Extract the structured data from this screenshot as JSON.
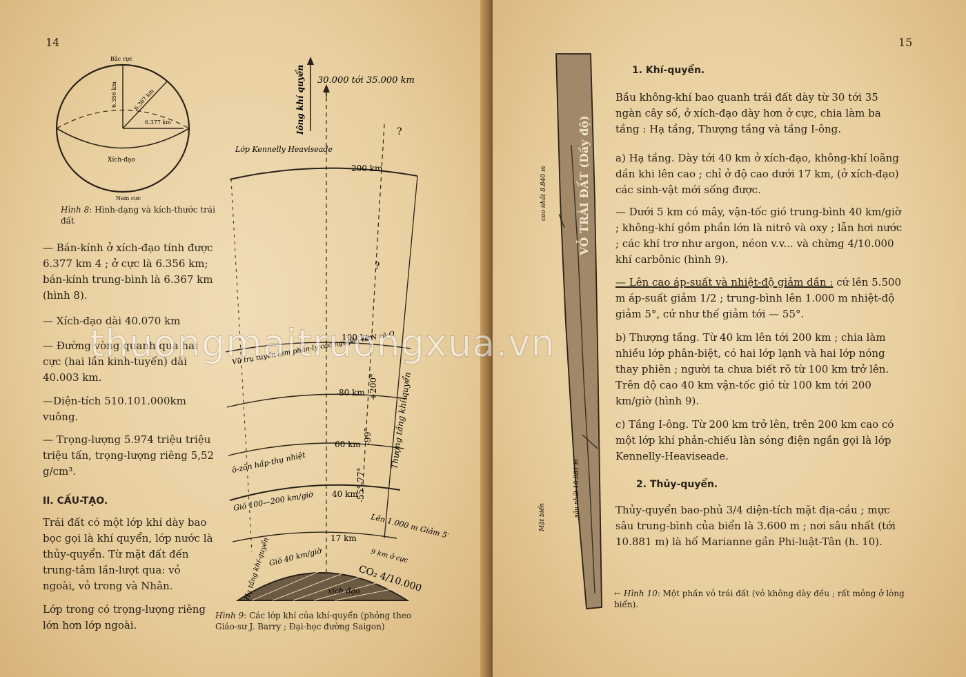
{
  "left": {
    "page_number": "14",
    "fig8": {
      "label_bac_cuc": "Bắc cực",
      "label_nam_cuc": "Nam cực",
      "label_xich_dao": "Xích-đạo",
      "label_r1": "6.356 km",
      "label_r2": "6.367 km",
      "label_r3": "6.377 km",
      "caption_prefix": "Hình 8",
      "caption_text": ": Hình-dạng và kích-thước trái đất"
    },
    "paragraphs": [
      "— Bán-kính ở xích-đạo tính được 6.377 km 4 ; ở cực là 6.356 km; bán-kính trung-bình là 6.367 km (hình 8).",
      "— Xích-đạo dài 40.070 km",
      "— Đường vòng quanh qua hai cực (hai lần kinh-tuyến) dài 40.003 km.",
      "—Diện-tích 510.101.000km vuông.",
      "— Trọng-lượng 5.974 triệu triệu triệu tấn, trọng-lượng riêng 5,52 g/cm³."
    ],
    "section_heading": "II. CẤU-TẠO.",
    "section_paragraphs": [
      "Trái đất có một lớp khí dày bao bọc gọi là khí quyển, lớp nước là thủy-quyển. Từ mặt đất đến trung-tâm lần-lượt qua: vỏ ngoài, vỏ trong và Nhân.",
      "Lớp trong có trọng-lượng riêng lớn hơn lớp ngoài."
    ],
    "fig9": {
      "top_label": "30.000 tới 35.000 km",
      "iong_label": "Iông khí quyển",
      "kennelly_label": "Lớp Kennelly Heaviseade",
      "alt_200": "200 km",
      "alt_100": "100 km",
      "alt_80": "80 km",
      "alt_60": "60 km",
      "alt_40": "40 km",
      "alt_17": "17 km",
      "vutru_label": "Vũ trụ tuyến làm phân-ly các nguyên tử N và O",
      "ozon_label": "ô-zôn hấp-thụ nhiệt",
      "gio_100_200": "Gió 100—200 km/giờ",
      "gio_40": "Gió 40 km/giờ",
      "thuong_tang_label": "Thượng tầng khí-quyển",
      "ha_tang_label": "Hạ tầng khí-quyển",
      "temp_plus200": "+200°",
      "temp_minus99": "-99°",
      "temp_55_77": "-55°-77°",
      "len_cao_label": "Lên 1.000 m Giảm 5°",
      "cuc_label": "9 km ở cực",
      "co2_label": "CO₂ 4/10.000",
      "xichdao_label": "xích đạo",
      "question": "?",
      "caption_prefix": "Hình 9",
      "caption_text": ": Các lớp khí của khí-quyển (phỏng theo Giáo-sư J. Barry ; Đại-học đường Saigon)"
    }
  },
  "right": {
    "page_number": "15",
    "heading1": "1. Khí-quyển.",
    "p_intro": "Bầu không-khí bao quanh trái đất dày từ 30 tới 35 ngàn cây số, ở xích-đạo dày hơn ở cực, chia làm ba tầng : Hạ tầng, Thượng tầng và tầng I-ông.",
    "p_a": "a) Hạ tầng. Dày tới 40 km ở xích-đạo, không-khí loãng dần khi lên cao ; chỉ ở độ cao dưới 17 km, (ở xích-đạo) các sinh-vật mới sống được.",
    "p_a2": "— Dưới 5 km có mây, vận-tốc gió trung-bình 40 km/giờ ; không-khí gồm phần lớn là nitrô và oxy ; lẫn hơi nước ; các khí trơ như argon, néon v.v... và chừng 4/10.000 khí carbônic (hình 9).",
    "p_a3_underlined": "— Lên cao áp-suất và nhiệt-độ giảm dần :",
    "p_a3_rest": " cứ lên 5.500 m áp-suất giảm 1/2 ; trung-bình lên 1.000 m nhiệt-độ giảm 5°, cứ như thế giảm tới — 55°.",
    "p_b": "b) Thượng tầng. Từ 40 km lên tới 200 km ; chia làm nhiều lớp phân-biệt, có hai lớp lạnh và hai lớp nóng thay phiên ; người ta chưa biết rõ từ 100 km trở lên. Trên độ cao 40 km vận-tốc gió từ 100 km tới 200 km/giờ (hình 9).",
    "p_c": "c) Tầng I-ông. Từ 200 km trở lên, trên 200 km cao có một lớp khí phản-chiếu làn sóng điện ngắn gọi là lớp Kennelly-Heaviseade.",
    "heading2": "2. Thủy-quyển.",
    "p_thuy": "Thủy-quyển bao-phủ 3/4 diện-tích mặt địa-cầu ; mực sâu trung-bình của biển là 3.600 m ; nơi sâu nhất (tới 10.881 m) là hố Marianne gần Phi-luật-Tân (h. 10).",
    "fig10": {
      "crust_label": "VỎ TRÁI ĐẤT (Dầy độ)",
      "cao_nhat": "cao nhất 8.840 m",
      "sau_nhat": "sâu nhất 10.881 m",
      "mat_bien": "Mặt biển",
      "caption_prefix": "← Hình 10",
      "caption_text": ": Một phần vỏ trái đất (vỏ không dày đều ; rất mỏng ở lòng biển)."
    }
  },
  "watermark": "thuongmaitruongxua.vn"
}
